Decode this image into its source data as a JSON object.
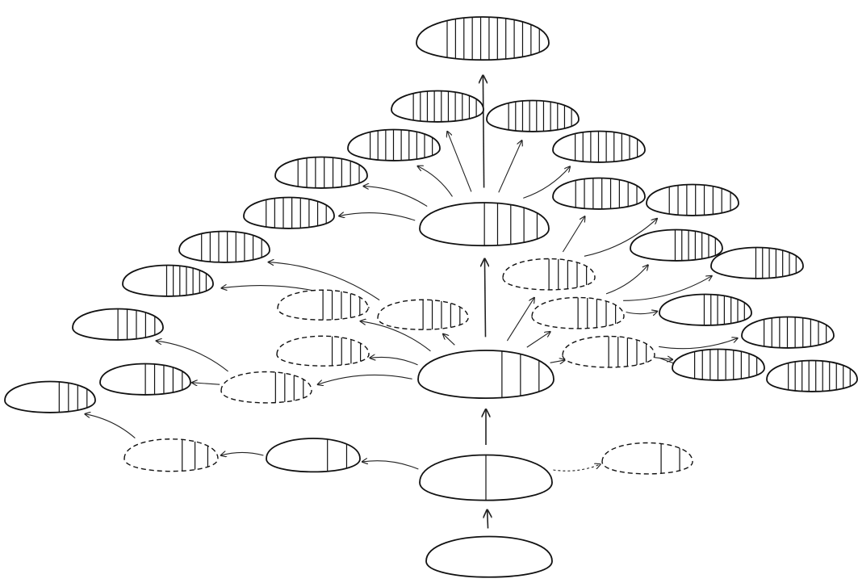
{
  "diagram": {
    "description_visible_text": "",
    "stroke_color": "#111111",
    "background_color": "#ffffff",
    "node_styles": [
      "solid",
      "dashed"
    ],
    "connector_styles": [
      "solid-arrow",
      "dotted-arrow"
    ]
  }
}
